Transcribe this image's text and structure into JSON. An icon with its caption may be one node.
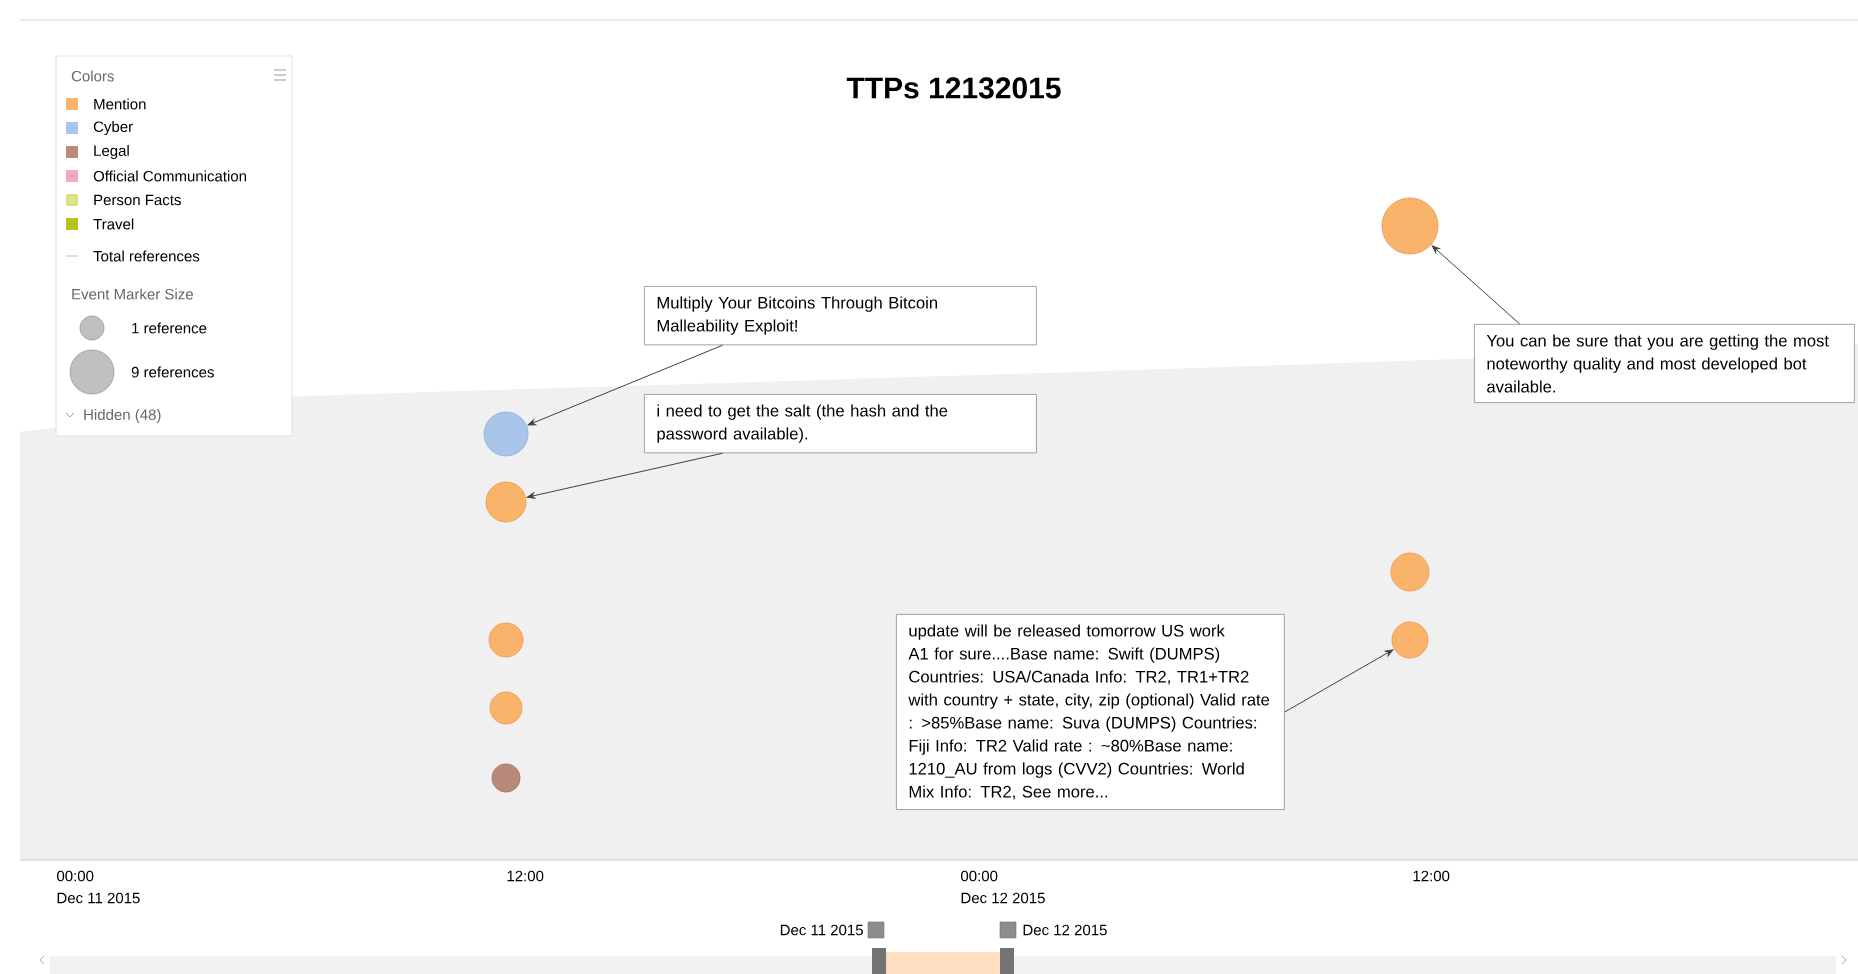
{
  "diagram": {
    "title": "TTPs 12132015",
    "nodes": [
      {
        "text": [
          "Multiply Your Bitcoins Through Bitcoin Malleability Exploit!"
        ]
      },
      {
        "text": [
          "i need to get the salt (the hash and the password available)."
        ]
      },
      {
        "text": [
          "You can be sure that you are getting the most noteworthy quality and most developed bot available."
        ]
      },
      {
        "text": [
          "update will be released tomorrow US work A1 for sure....Base name: Swift (DUMPS) Countries: USA/Canada Info: TR2, TR1+TR2 with country + state, city, zip (optional) Valid rate : >85%Base name: Suva (DUMPS) Countries: Fiji Info: TR2 Valid rate : ~80%Base name: 1210_AU from logs (CVV2) Countries: World Mix Info: TR2,  See more..."
        ]
      },
      {
        "text": [],
        "shape": "circle"
      },
      {
        "text": [],
        "shape": "circle"
      },
      {
        "text": [],
        "shape": "circle"
      },
      {
        "text": [],
        "shape": "circle"
      },
      {
        "text": [],
        "shape": "circle"
      },
      {
        "text": [],
        "shape": "circle"
      },
      {
        "text": [],
        "shape": "circle"
      },
      {
        "text": [],
        "shape": "circle"
      }
    ],
    "edges": [
      {
        "from": 0,
        "to": 4,
        "arrow": "to"
      },
      {
        "from": 1,
        "to": 5,
        "arrow": "to"
      },
      {
        "from": 2,
        "to": 9,
        "arrow": "to"
      },
      {
        "from": 3,
        "to": 11,
        "arrow": "to"
      }
    ],
    "labels": [
      "Colors",
      "Event Marker Size",
      "Hidden (48)",
      "00:00",
      "Dec 11 2015",
      "12:00",
      "00:00",
      "Dec 12 2015",
      "12:00",
      "Dec 11 2015",
      "Dec 12 2015"
    ],
    "legend": [
      {
        "text": "Mention",
        "color": "#f9b36a"
      },
      {
        "text": "Cyber",
        "color": "#a8c4e8"
      },
      {
        "text": "Legal",
        "color": "#b9897a"
      },
      {
        "text": "Official Communication",
        "color": "#f4a6c8"
      },
      {
        "text": "Person Facts",
        "color": "#dfe08a"
      },
      {
        "text": "Travel",
        "color": "#b8c020"
      },
      {
        "text": "Total references"
      },
      {
        "text": "1 reference"
      },
      {
        "text": "9 references"
      }
    ]
  }
}
